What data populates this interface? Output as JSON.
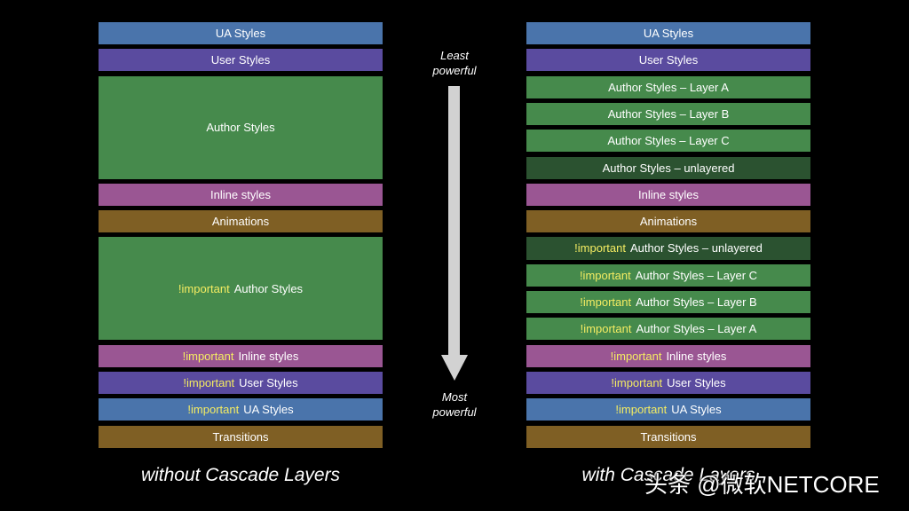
{
  "colors": {
    "ua": "#4a74ab",
    "user": "#5a4b9f",
    "author": "#468a4c",
    "author_unlayered": "#2b5230",
    "inline": "#9a5693",
    "animation": "#7f5f24",
    "important_text": "#f4ec62",
    "arrow": "#d2d2d2"
  },
  "left_column": {
    "caption": "without Cascade Layers",
    "blocks": [
      {
        "prefix": "",
        "label": "UA Styles",
        "kind": "ua"
      },
      {
        "prefix": "",
        "label": "User Styles",
        "kind": "user"
      },
      {
        "prefix": "",
        "label": "Author Styles",
        "kind": "author"
      },
      {
        "prefix": "",
        "label": "Inline styles",
        "kind": "inline"
      },
      {
        "prefix": "",
        "label": "Animations",
        "kind": "animation"
      },
      {
        "prefix": "!important",
        "label": "Author Styles",
        "kind": "author"
      },
      {
        "prefix": "!important",
        "label": "Inline styles",
        "kind": "inline"
      },
      {
        "prefix": "!important",
        "label": "User Styles",
        "kind": "user"
      },
      {
        "prefix": "!important",
        "label": "UA Styles",
        "kind": "ua"
      },
      {
        "prefix": "",
        "label": "Transitions",
        "kind": "animation"
      }
    ]
  },
  "right_column": {
    "caption": "with Cascade Layers",
    "blocks": [
      {
        "prefix": "",
        "label": "UA Styles",
        "kind": "ua"
      },
      {
        "prefix": "",
        "label": "User Styles",
        "kind": "user"
      },
      {
        "prefix": "",
        "label": "Author Styles – Layer A",
        "kind": "author"
      },
      {
        "prefix": "",
        "label": "Author Styles – Layer B",
        "kind": "author"
      },
      {
        "prefix": "",
        "label": "Author Styles – Layer C",
        "kind": "author"
      },
      {
        "prefix": "",
        "label": "Author Styles – unlayered",
        "kind": "author_unlayered"
      },
      {
        "prefix": "",
        "label": "Inline styles",
        "kind": "inline"
      },
      {
        "prefix": "",
        "label": "Animations",
        "kind": "animation"
      },
      {
        "prefix": "!important",
        "label": "Author Styles – unlayered",
        "kind": "author_unlayered"
      },
      {
        "prefix": "!important",
        "label": "Author Styles – Layer C",
        "kind": "author"
      },
      {
        "prefix": "!important",
        "label": "Author Styles – Layer B",
        "kind": "author"
      },
      {
        "prefix": "!important",
        "label": "Author Styles – Layer A",
        "kind": "author"
      },
      {
        "prefix": "!important",
        "label": "Inline styles",
        "kind": "inline"
      },
      {
        "prefix": "!important",
        "label": "User Styles",
        "kind": "user"
      },
      {
        "prefix": "!important",
        "label": "UA Styles",
        "kind": "ua"
      },
      {
        "prefix": "",
        "label": "Transitions",
        "kind": "animation"
      }
    ]
  },
  "arrow": {
    "top_label_line1": "Least",
    "top_label_line2": "powerful",
    "bottom_label_line1": "Most",
    "bottom_label_line2": "powerful"
  },
  "watermark": "头条 @微软NETCORE"
}
